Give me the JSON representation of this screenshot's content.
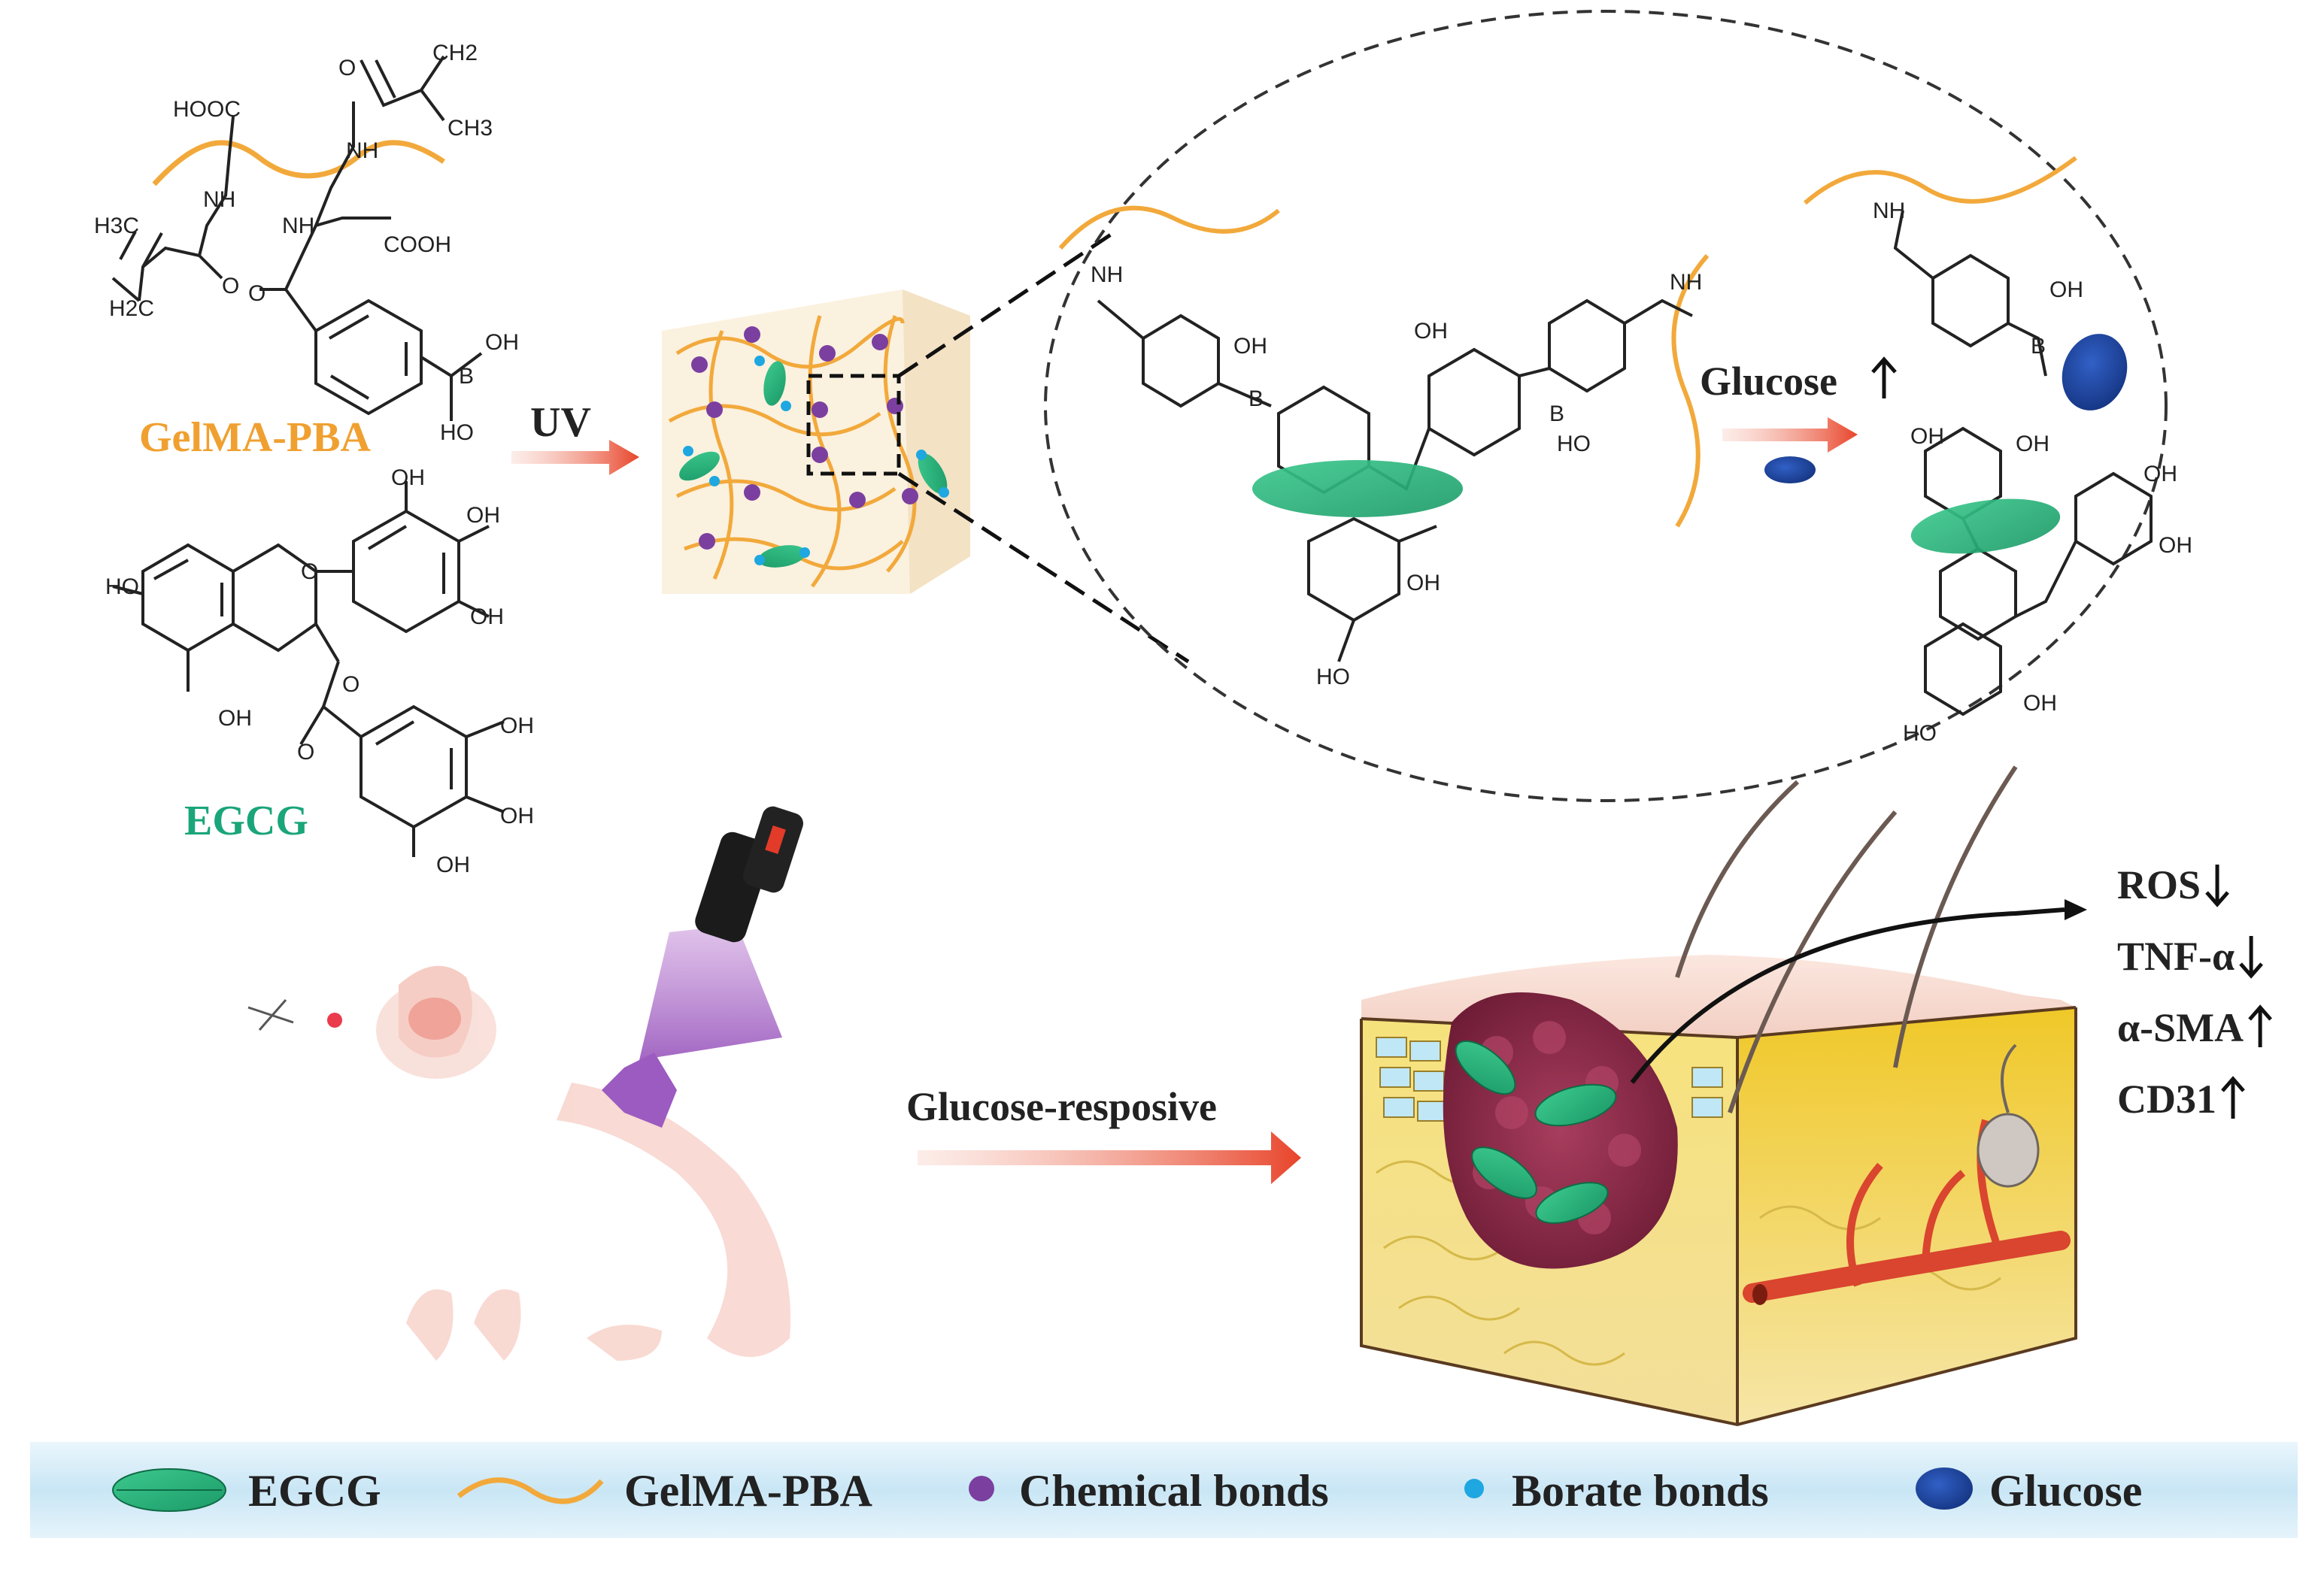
{
  "labels": {
    "gelma_pba": "GelMA-PBA",
    "egcg": "EGCG",
    "uv": "UV",
    "glucose_up": "Glucose",
    "glucose_responsive": "Glucose-resposive"
  },
  "chem_labels": {
    "hooc": "HOOC",
    "cooh": "COOH",
    "nh": "NH",
    "ch2": "CH2",
    "ch3": "CH3",
    "h3c": "H3C",
    "h2c": "H2C",
    "oh": "OH",
    "ho": "HO",
    "o": "O",
    "b": "B"
  },
  "effects": [
    {
      "label": "ROS",
      "direction": "down"
    },
    {
      "label": "TNF-α",
      "direction": "down"
    },
    {
      "label": "α-SMA",
      "direction": "up"
    },
    {
      "label": "CD31",
      "direction": "up"
    }
  ],
  "legend": [
    {
      "label": "EGCG",
      "icon": "egcg-leaf-icon"
    },
    {
      "label": "GelMA-PBA",
      "icon": "gelma-pba-strand-icon"
    },
    {
      "label": "Chemical bonds",
      "icon": "chemical-bond-dot-icon"
    },
    {
      "label": "Borate bonds",
      "icon": "borate-bond-dot-icon"
    },
    {
      "label": "Glucose",
      "icon": "glucose-ellipse-icon"
    }
  ],
  "colors": {
    "gelma": "#f2a93b",
    "egcg": "#2bb07a",
    "egcg_text": "#1aa57a",
    "gelma_text": "#f0a030",
    "chemical_bond": "#7b3fa0",
    "borate_bond": "#1ea7e0",
    "glucose": "#1b3f9c",
    "arrow": "#e8442a",
    "wound": "#8c2a48",
    "skin": "#f6d9cf",
    "fat": "#f1d44a",
    "vessel": "#d9452e",
    "uv_light": "#b77fd0",
    "legend_bg": "#d4ecf7"
  }
}
